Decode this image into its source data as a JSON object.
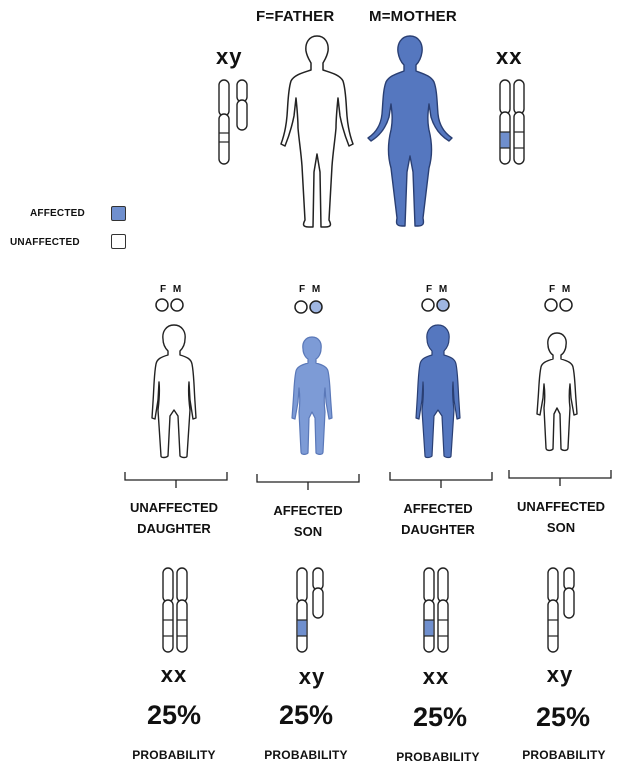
{
  "header": {
    "father_label": "F=FATHER",
    "mother_label": "M=MOTHER"
  },
  "parents": {
    "father": {
      "genotype": "xy",
      "status": "unaffected"
    },
    "mother": {
      "genotype": "xx",
      "status": "affected"
    }
  },
  "legend": {
    "affected_label": "AFFECTED",
    "unaffected_label": "UNAFFECTED",
    "affected_color": "#6f8fce",
    "unaffected_color": "#ffffff"
  },
  "colors": {
    "affected_fill": "#5577bf",
    "affected_light": "#7d9bd6",
    "outline": "#222222"
  },
  "parent_markers": {
    "father": "F",
    "mother": "M"
  },
  "children": [
    {
      "caption_line1": "UNAFFECTED",
      "caption_line2": "DAUGHTER",
      "genotype": "xx",
      "probability": "25%",
      "probability_label": "PROBABILITY",
      "affected": false,
      "mother_marker_filled": false
    },
    {
      "caption_line1": "AFFECTED",
      "caption_line2": "SON",
      "genotype": "xy",
      "probability": "25%",
      "probability_label": "PROBABILITY",
      "affected": true,
      "mother_marker_filled": true
    },
    {
      "caption_line1": "AFFECTED",
      "caption_line2": "DAUGHTER",
      "genotype": "xx",
      "probability": "25%",
      "probability_label": "PROBABILITY",
      "affected": true,
      "mother_marker_filled": true
    },
    {
      "caption_line1": "UNAFFECTED",
      "caption_line2": "SON",
      "genotype": "xy",
      "probability": "25%",
      "probability_label": "PROBABILITY",
      "affected": false,
      "mother_marker_filled": false
    }
  ]
}
